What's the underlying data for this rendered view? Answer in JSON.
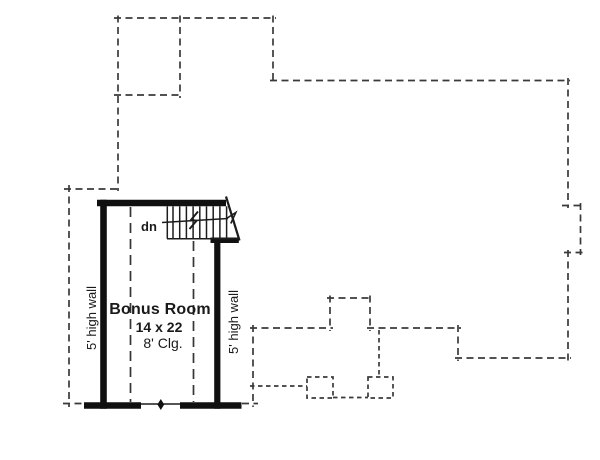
{
  "plan": {
    "room": {
      "name": "Bonus Room",
      "size": "14 x 22",
      "ceiling": "8' Clg."
    },
    "labels": {
      "left_wall": "5' high wall",
      "right_wall": "5' high wall"
    },
    "stairs": {
      "down_label": "dn"
    },
    "colors": {
      "background": "#ffffff",
      "wall": "#101010",
      "dashed_line": "#3a3a3a",
      "text": "#1a1a1a"
    }
  }
}
